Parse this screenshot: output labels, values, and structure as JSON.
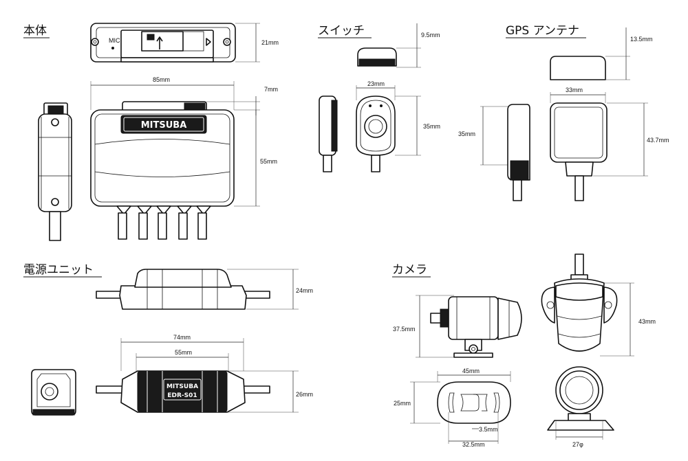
{
  "sections": {
    "main_unit": "本体",
    "switch": "スイッチ",
    "gps": "GPS アンテナ",
    "power_unit": "電源ユニット",
    "camera": "カメラ"
  },
  "labels": {
    "mic": "MIC",
    "brand": "MITSUBA",
    "model": "EDR-S01"
  },
  "dimensions": {
    "main_height_top": "21mm",
    "main_width": "85mm",
    "main_tab": "7mm",
    "main_height": "55mm",
    "switch_depth": "9.5mm",
    "switch_width": "23mm",
    "switch_height": "35mm",
    "gps_depth": "13.5mm",
    "gps_width": "33mm",
    "gps_height_side": "35mm",
    "gps_height_front": "43.7mm",
    "power_height_top": "24mm",
    "power_length": "74mm",
    "power_body": "55mm",
    "power_height": "26mm",
    "cam_height_side": "37.5mm",
    "cam_height_front": "43mm",
    "cam_bracket_width": "45mm",
    "cam_bracket_height": "25mm",
    "cam_slot": "3.5mm",
    "cam_bracket_span": "32.5mm",
    "cam_diameter": "27φ"
  }
}
